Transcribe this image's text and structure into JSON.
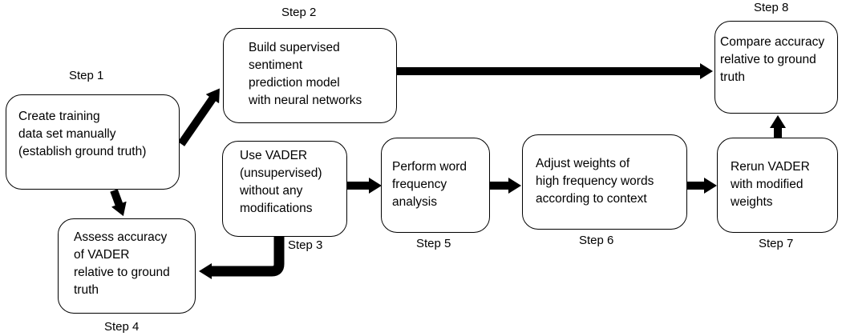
{
  "steps": {
    "step1": {
      "label": "Step 1",
      "text": "Create training\ndata set manually\n(establish ground truth)"
    },
    "step2": {
      "label": "Step 2",
      "text": "Build supervised\nsentiment\nprediction model\nwith neural networks"
    },
    "step3": {
      "label": "Step 3",
      "text": "Use VADER\n(unsupervised)\nwithout any\nmodifications"
    },
    "step4": {
      "label": "Step 4",
      "text": "Assess accuracy\nof VADER\nrelative to ground\ntruth"
    },
    "step5": {
      "label": "Step 5",
      "text": "Perform word\nfrequency\nanalysis"
    },
    "step6": {
      "label": "Step 6",
      "text": "Adjust weights of\nhigh frequency words\naccording to context"
    },
    "step7": {
      "label": "Step 7",
      "text": "Rerun VADER\nwith modified\nweights"
    },
    "step8": {
      "label": "Step 8",
      "text": "Compare accuracy\nrelative to ground\ntruth"
    }
  }
}
